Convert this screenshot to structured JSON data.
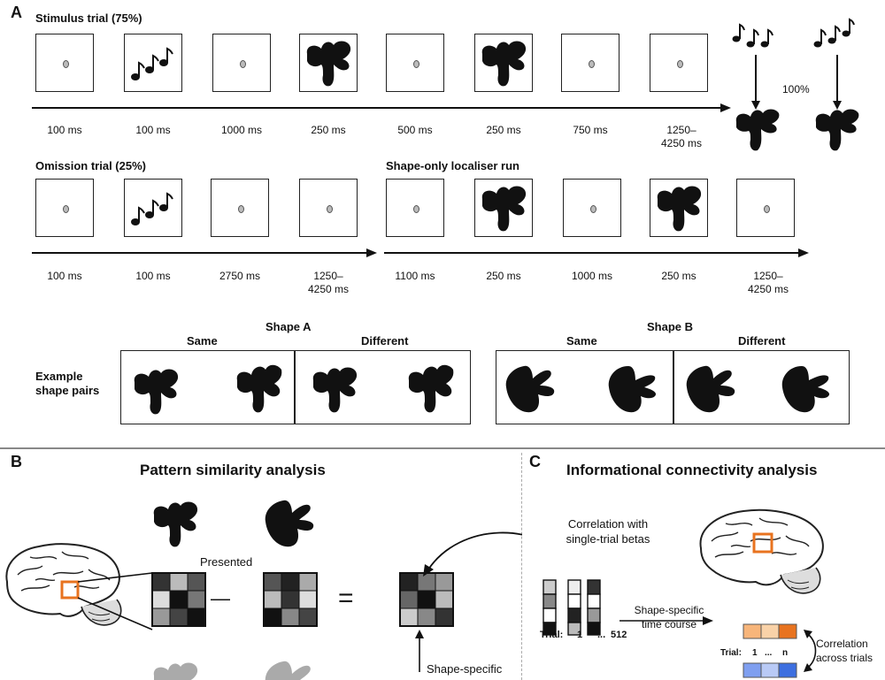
{
  "panel_a": {
    "label": "A",
    "stimulus_trial": {
      "title": "Stimulus trial (75%)",
      "times": [
        "100 ms",
        "100 ms",
        "1000 ms",
        "250 ms",
        "500 ms",
        "250 ms",
        "750 ms",
        "1250–\n4250 ms"
      ]
    },
    "omission_trial": {
      "title": "Omission trial (25%)",
      "times": [
        "100 ms",
        "100 ms",
        "2750 ms",
        "1250–\n4250 ms"
      ]
    },
    "localiser": {
      "title": "Shape-only localiser run",
      "times": [
        "1100 ms",
        "250 ms",
        "1000 ms",
        "250 ms",
        "1250–\n4250 ms"
      ]
    },
    "contingency": "100%",
    "shape_pairs": {
      "row_label_line1": "Example",
      "row_label_line2": "shape pairs",
      "shape_a": "Shape A",
      "shape_b": "Shape B",
      "same": "Same",
      "different": "Different"
    }
  },
  "panel_b": {
    "label": "B",
    "title": "Pattern similarity analysis",
    "presented": "Presented",
    "minus": "—",
    "equals": "=",
    "shape_specific": "Shape-specific"
  },
  "panel_c": {
    "label": "C",
    "title": "Informational connectivity analysis",
    "correlation_line1": "Correlation with",
    "correlation_line2": "single-trial betas",
    "trial_prefix": "Trial:",
    "trial_1": "1",
    "trial_dots": "...",
    "trial_512": "512",
    "time_course_line1": "Shape-specific",
    "time_course_line2": "time course",
    "small_trial": "Trial:",
    "small_1": "1",
    "small_dots": "...",
    "small_n": "n",
    "across_line1": "Correlation",
    "across_line2": "across trials"
  },
  "colors": {
    "highlight": "#e8731f",
    "orange_strip": "#f28c28",
    "blue_strip": "#3d6fe0"
  }
}
